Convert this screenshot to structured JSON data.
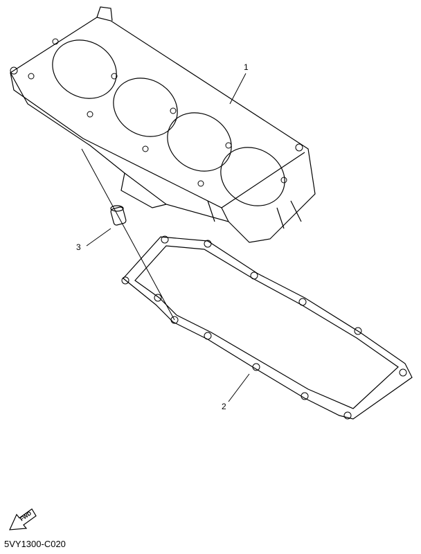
{
  "diagram": {
    "callouts": [
      {
        "id": "1",
        "part": "cylinder"
      },
      {
        "id": "2",
        "part": "cylinder-gasket"
      },
      {
        "id": "3",
        "part": "dowel-pin"
      }
    ],
    "fwd_label": "FWD",
    "drawing_code": "5VY1300-C020"
  }
}
